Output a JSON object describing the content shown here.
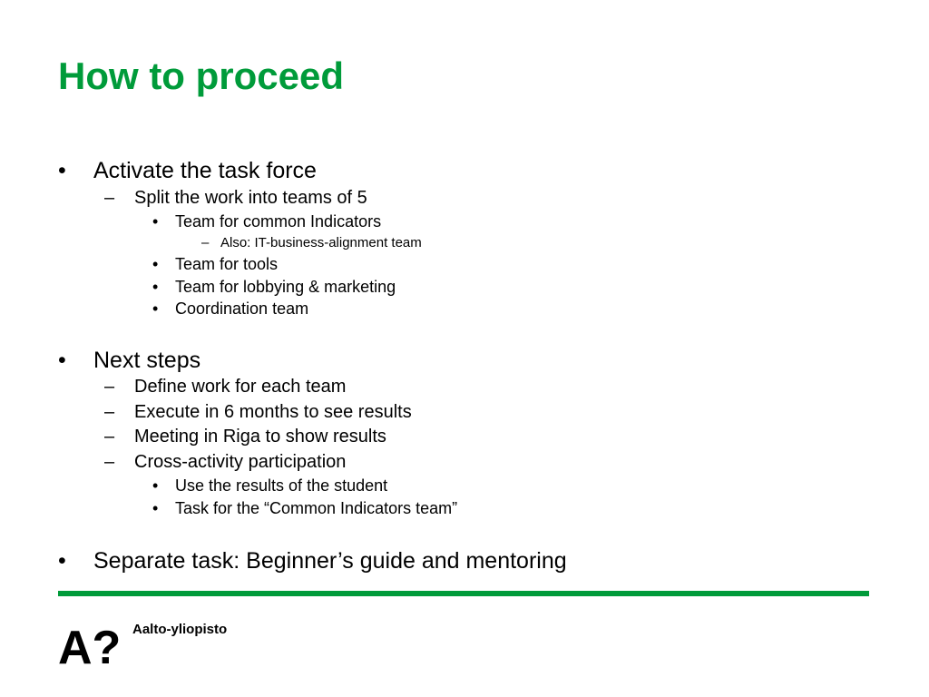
{
  "slide": {
    "title": "How to proceed",
    "title_color": "#009b3a",
    "divider_color": "#009b3a",
    "bullets": {
      "b1": "Activate the task force",
      "b1_1": "Split the work into teams of 5",
      "b1_1_1": "Team for common Indicators",
      "b1_1_1_1": "Also: IT-business-alignment team",
      "b1_1_2": "Team for tools",
      "b1_1_3": "Team for lobbying & marketing",
      "b1_1_4": "Coordination team",
      "b2": "Next steps",
      "b2_1": "Define work for each team",
      "b2_2": "Execute in 6 months to see results",
      "b2_3": "Meeting in Riga to show results",
      "b2_4": "Cross-activity participation",
      "b2_4_1": "Use the results of the student",
      "b2_4_2": "Task for the “Common Indicators team”",
      "b3": "Separate task: Beginner’s guide and mentoring"
    },
    "markers": {
      "bullet": "•",
      "dash": "–"
    }
  },
  "footer": {
    "logo_mark": "A?",
    "logo_text": "Aalto-yliopisto"
  }
}
